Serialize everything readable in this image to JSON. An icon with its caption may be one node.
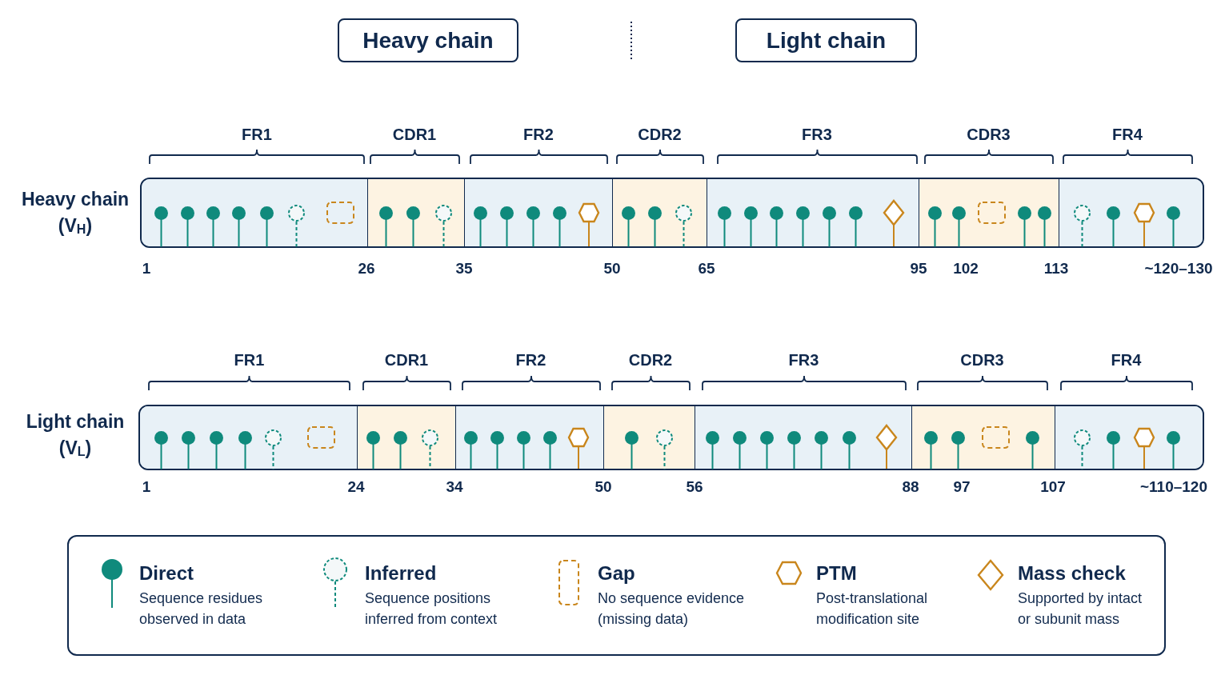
{
  "diagram": {
    "nodes": [
      {
        "text": [
          "Heavy chain"
        ]
      },
      {
        "text": [
          "Light chain"
        ]
      },
      {
        "text": [
          "Heavy chain (V$_{H}$)"
        ]
      },
      {
        "text": [
          "FR1"
        ],
        "in": 2
      },
      {
        "text": [
          "CDR1"
        ],
        "in": 2
      },
      {
        "text": [
          "FR2"
        ],
        "in": 2
      },
      {
        "text": [
          "CDR2"
        ],
        "in": 2
      },
      {
        "text": [
          "FR3"
        ],
        "in": 2
      },
      {
        "text": [
          "CDR3"
        ],
        "in": 2
      },
      {
        "text": [
          "FR4"
        ],
        "in": 2
      },
      {
        "text": [
          "Light chain (V$_{L}$)"
        ]
      },
      {
        "text": [
          "FR1"
        ],
        "in": 10
      },
      {
        "text": [
          "CDR1"
        ],
        "in": 10
      },
      {
        "text": [
          "FR2"
        ],
        "in": 10
      },
      {
        "text": [
          "CDR2"
        ],
        "in": 10
      },
      {
        "text": [
          "FR3"
        ],
        "in": 10
      },
      {
        "text": [
          "CDR3"
        ],
        "in": 10
      },
      {
        "text": [
          "FR4"
        ],
        "in": 10
      }
    ],
    "labels": [
      "1",
      "26",
      "35",
      "50",
      "65",
      "95",
      "102",
      "113",
      "~120–130",
      "1",
      "24",
      "34",
      "50",
      "56",
      "88",
      "97",
      "107",
      "~110–120",
      "Sequence residues observed in data",
      "Sequence positions inferred from context",
      "No sequence evidence (missing data)",
      "Post-translational modification site",
      "Supported by intact or subunit mass"
    ],
    "legend": [
      {
        "text": "Direct"
      },
      {
        "text": "Inferred"
      },
      {
        "text": "Gap"
      },
      {
        "text": "PTM"
      },
      {
        "text": "Mass check"
      }
    ]
  }
}
